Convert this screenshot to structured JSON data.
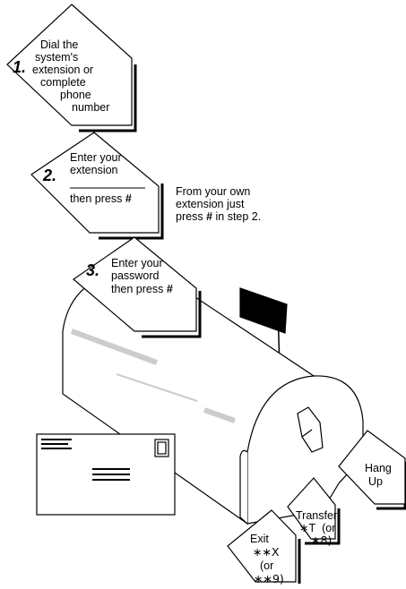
{
  "step1": {
    "number": "1.",
    "lines": [
      "Dial the",
      "system's",
      "extension or",
      "complete",
      "phone",
      "number"
    ]
  },
  "step2": {
    "number": "2.",
    "lines": [
      "Enter your",
      "extension"
    ],
    "press": "then press",
    "key": "#"
  },
  "note": {
    "line1": "From your own",
    "line2": "extension just",
    "line3_prefix": "press",
    "key": "#",
    "line3_suffix": "in step 2."
  },
  "step3": {
    "number": "3.",
    "lines": [
      "Enter your",
      "password"
    ],
    "press": "then press",
    "key": "#"
  },
  "hangup": {
    "lines": [
      "Hang",
      "Up"
    ]
  },
  "transfer": {
    "label": "Transfer:",
    "code_star": "∗",
    "code_letter": "T",
    "or_open": "(or",
    "code_alt": "∗8)"
  },
  "exit": {
    "label": "Exit",
    "code": "∗∗X",
    "or_open": "(or",
    "code_alt": "∗∗9)"
  },
  "colors": {
    "ink": "#000000",
    "paper": "#ffffff",
    "shadow_stripe": "#cccccc"
  }
}
